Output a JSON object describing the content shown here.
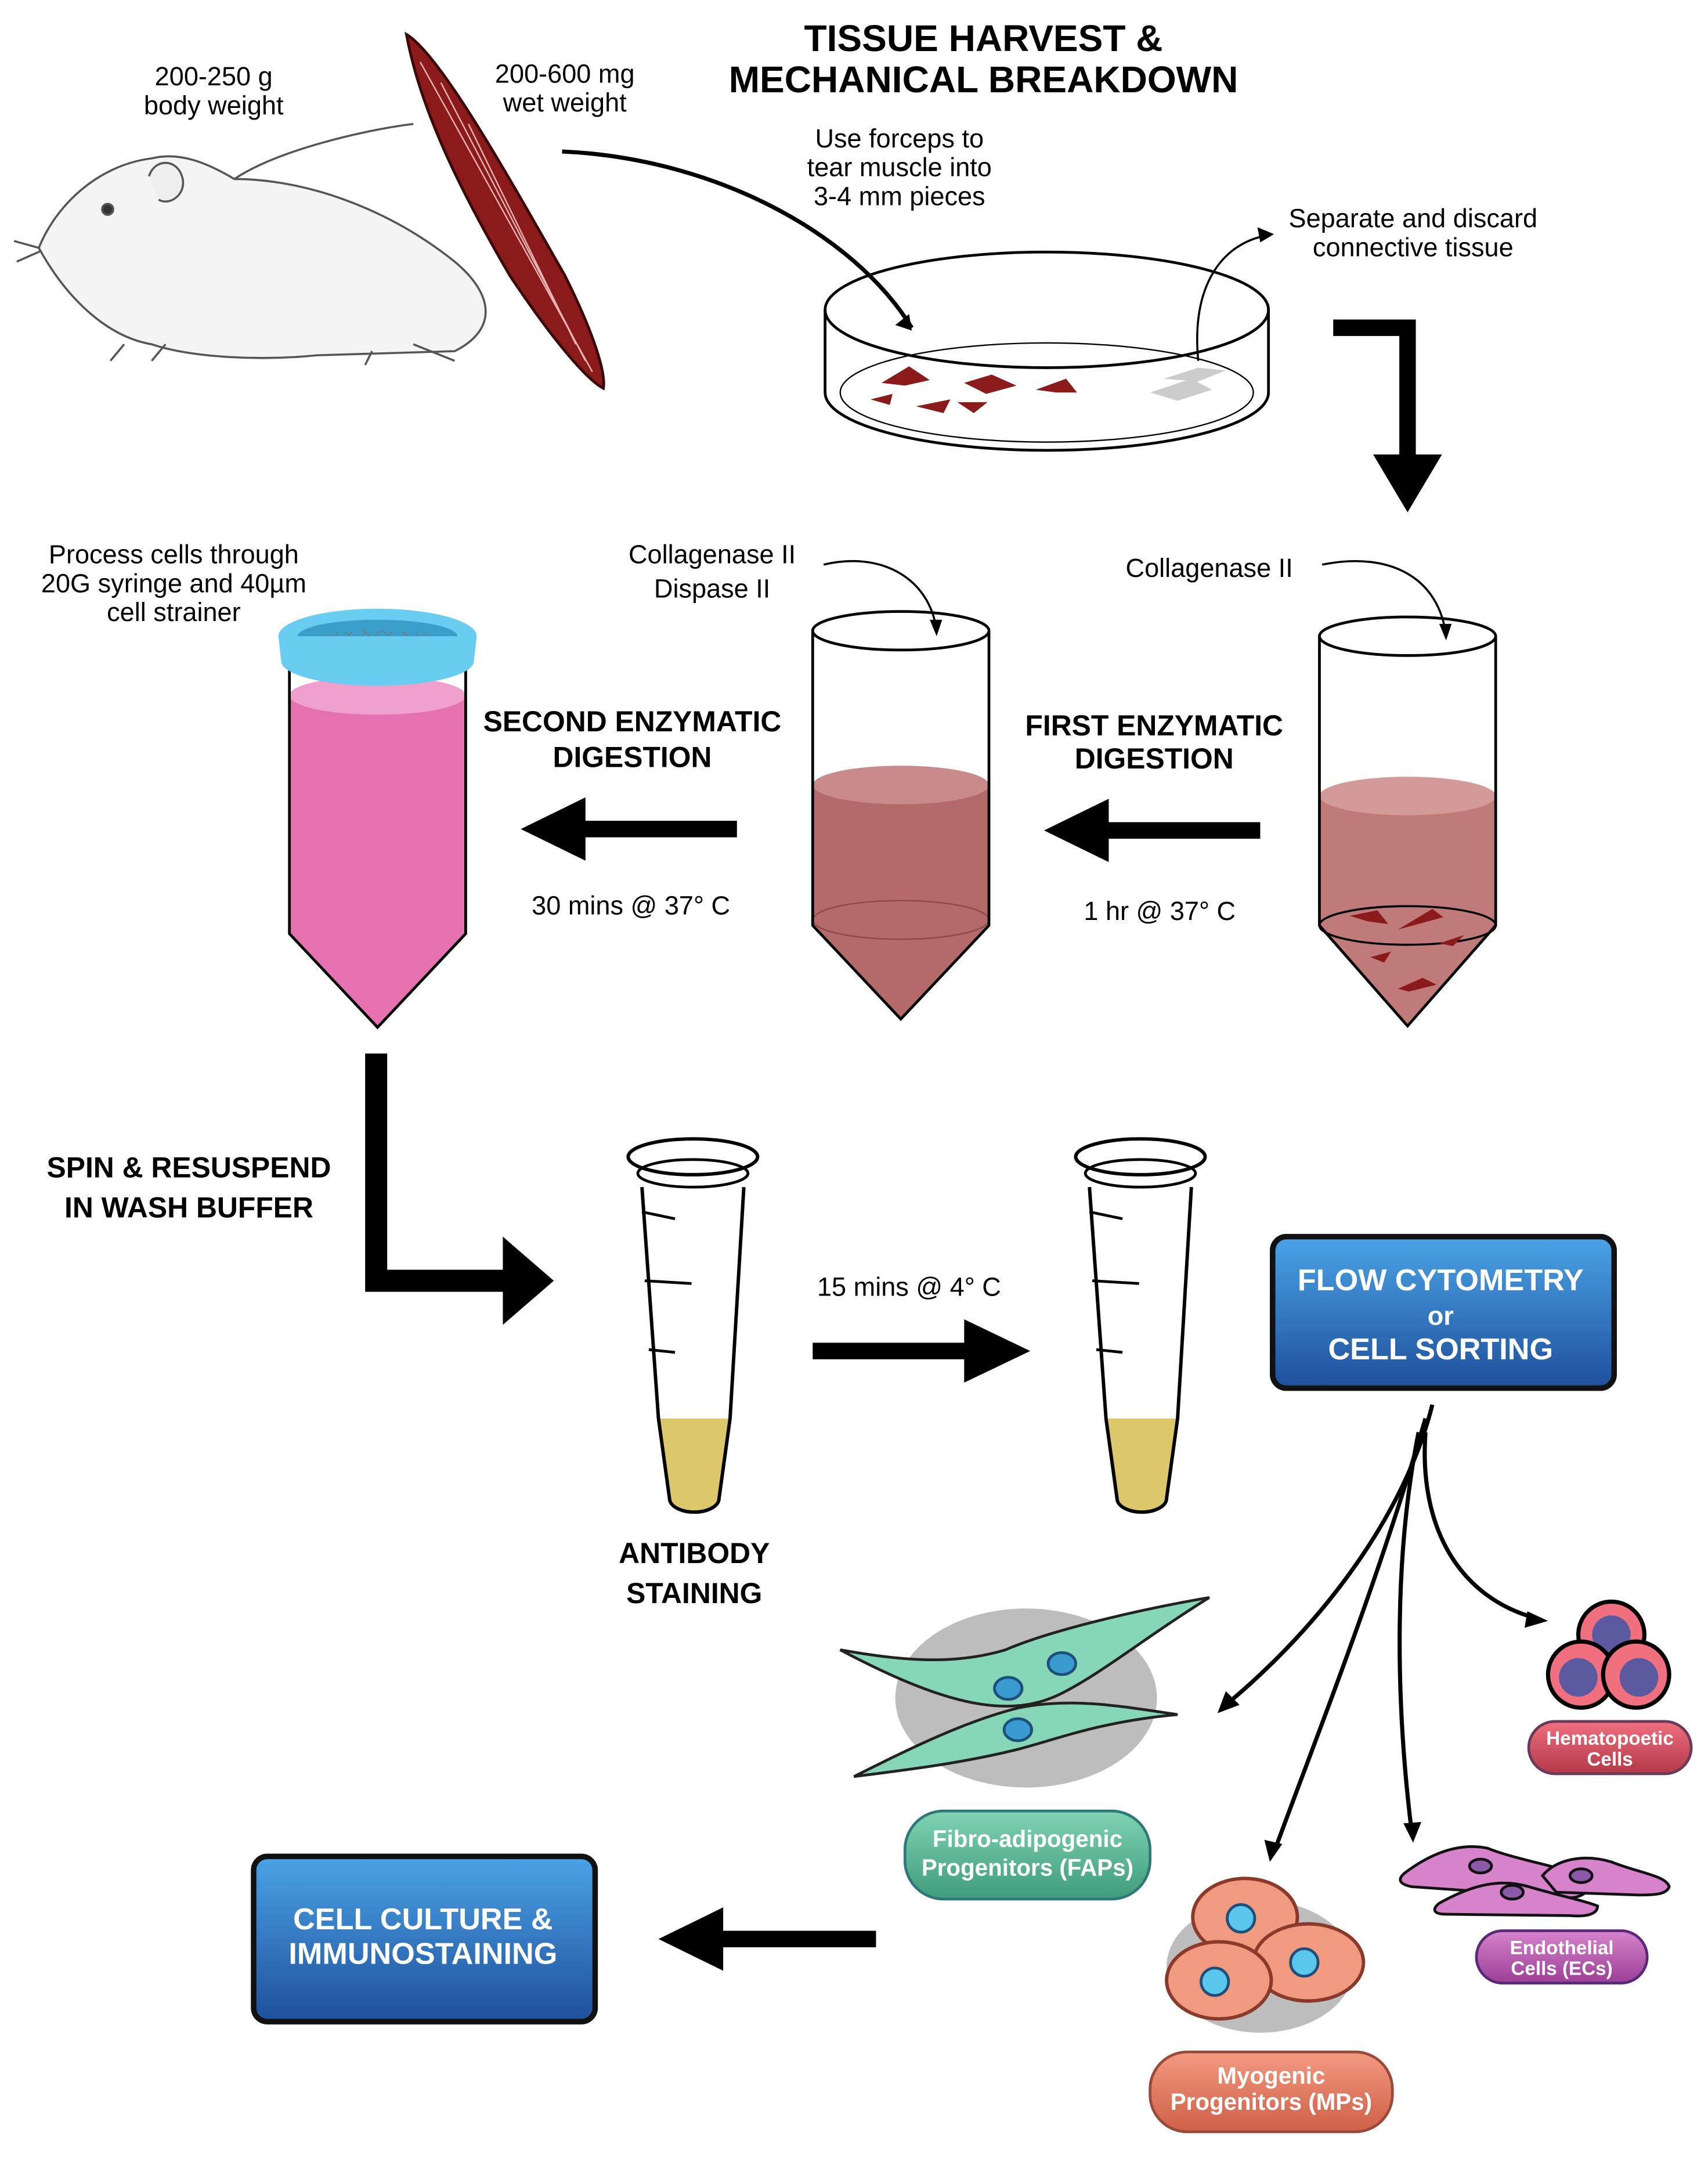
{
  "title": [
    "TISSUE HARVEST &",
    "MECHANICAL BREAKDOWN"
  ],
  "rat_label": [
    "200-250 g",
    "body weight"
  ],
  "muscle_label": [
    "200-600 mg",
    "wet weight"
  ],
  "forceps_note": [
    "Use forceps to",
    "tear muscle into",
    "3-4 mm pieces"
  ],
  "discard_note": [
    "Separate and discard",
    "connective tissue"
  ],
  "strainer_note": [
    "Process cells through",
    "20G syringe and 40µm",
    "cell strainer"
  ],
  "second_enzymes": [
    "Collagenase II",
    "Dispase II"
  ],
  "first_enzyme": "Collagenase II",
  "second_digestion": [
    "SECOND ENZYMATIC",
    "DIGESTION"
  ],
  "first_digestion": [
    "FIRST ENZYMATIC",
    "DIGESTION"
  ],
  "second_time": "30 mins @ 37° C",
  "first_time": "1 hr @ 37° C",
  "spin_step": [
    "SPIN & RESUSPEND",
    "IN WASH BUFFER"
  ],
  "staining_time": "15 mins @ 4° C",
  "staining_label": [
    "ANTIBODY",
    "STAINING"
  ],
  "flow_box": [
    "FLOW CYTOMETRY",
    "or",
    "CELL SORTING"
  ],
  "culture_box": [
    "CELL CULTURE &",
    "IMMUNOSTAINING"
  ],
  "populations": {
    "faps": [
      "Fibro-adipogenic",
      "Progenitors (FAPs)"
    ],
    "hematopoetic": [
      "Hematopoetic",
      "Cells"
    ],
    "endothelial": [
      "Endothelial",
      "Cells (ECs)"
    ],
    "myogenic": [
      "Myogenic",
      "Progenitors (MPs)"
    ]
  },
  "colors": {
    "muscle": "#8b1a1a",
    "digest_first": "#c07a7a",
    "digest_second": "#b56a6a",
    "filtered": "#e571b0",
    "strainer": "#69cdf2",
    "stain": "#dcc76a",
    "box_blue": "#2f6fc0",
    "fap": "#6cc2a0",
    "hematopoetic": "#e05b6e",
    "endothelial": "#c76cc0",
    "myogenic": "#ee8a6a"
  }
}
